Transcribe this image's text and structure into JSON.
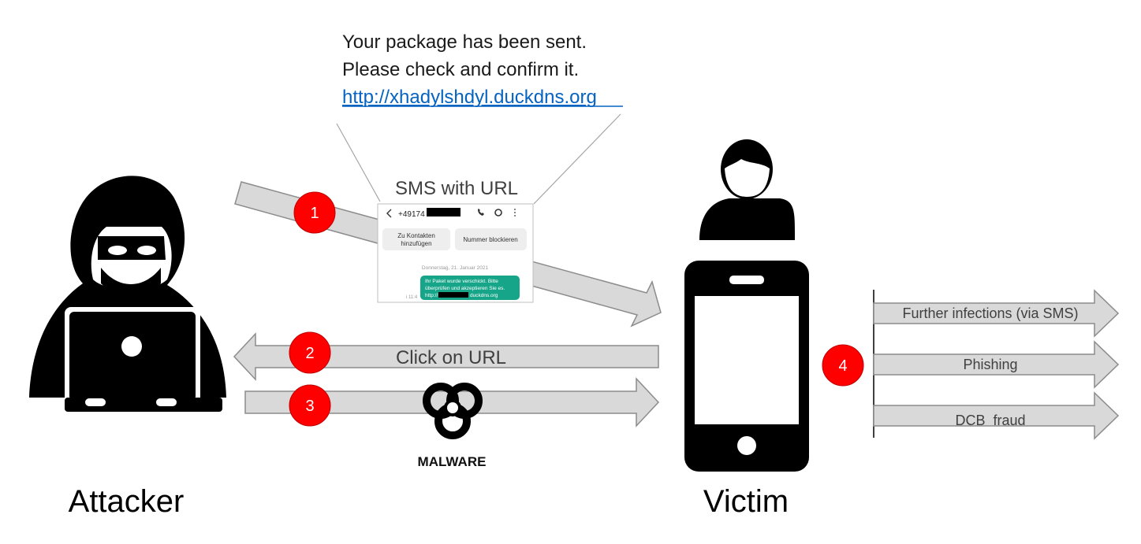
{
  "message": {
    "line1": "Your package has been sent.",
    "line2": "Please check and confirm it.",
    "url": "http://xhadylshdyl.duckdns.org"
  },
  "sms_label": "SMS with URL",
  "phone_screenshot": {
    "number": "+49174",
    "add_contact_line1": "Zu Kontakten",
    "add_contact_line2": "hinzufügen",
    "block_number": "Nummer blockieren",
    "date": "Donnerstag, 21. Januar 2021",
    "bubble_line1": "Ihr Paket wurde verschickt. Bitte",
    "bubble_line2": "überprüfen und akzeptieren Sie es.",
    "bubble_line3": "http://",
    "bubble_line3b": "duckdns.org",
    "time": "i 11:4"
  },
  "steps": {
    "s1": "1",
    "s2": "2",
    "s3": "3",
    "s4": "4"
  },
  "click_label": "Click on URL",
  "malware_label": "MALWARE",
  "attacker_label": "Attacker",
  "victim_label": "Victim",
  "outcomes": [
    "Further infections (via SMS)",
    "Phishing",
    "DCB  fraud"
  ],
  "colors": {
    "step_circle": "#ff0000",
    "arrow_fill": "#d9d9d9",
    "arrow_stroke": "#8c8c8c",
    "bubble": "#17a589",
    "link": "#0563c1"
  }
}
